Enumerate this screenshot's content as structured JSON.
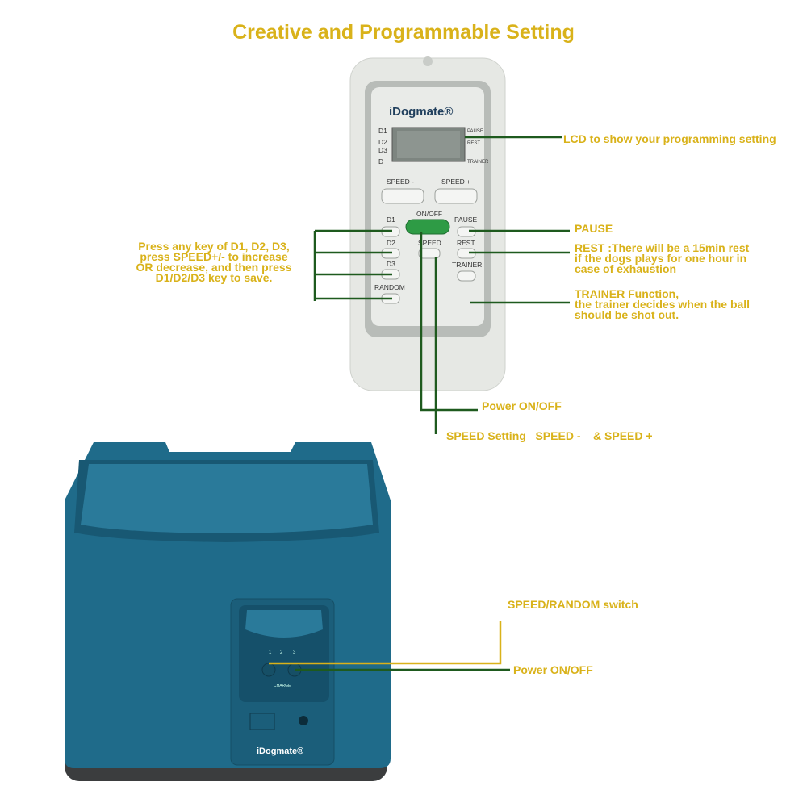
{
  "title": "Creative and Programmable Setting",
  "colors": {
    "annotation_text": "#d9b21a",
    "leader_line": "#1e5a1e",
    "device_body": "#1f6b8a",
    "remote_body": "#e6e8e4",
    "onoff_button": "#2e9b45"
  },
  "remote": {
    "brand": "iDogmate®",
    "lcd_left_labels": [
      "D1",
      "D2",
      "D3",
      "D"
    ],
    "lcd_right_labels": [
      "PAUSE",
      "REST",
      "TRAINER"
    ],
    "buttons": {
      "speed_minus": "SPEED -",
      "speed_plus": "SPEED +",
      "on_off": "ON/OFF",
      "d1": "D1",
      "pause": "PAUSE",
      "d2": "D2",
      "speed": "SPEED",
      "rest": "REST",
      "d3": "D3",
      "trainer": "TRAINER",
      "random": "RANDOM"
    }
  },
  "annotations": {
    "lcd": "LCD to show your programming setting",
    "pause": "PAUSE",
    "rest": [
      "REST :There will be a 15min rest",
      "if the dogs plays for one hour in",
      "case of exhaustion"
    ],
    "trainer": [
      "TRAINER Function,",
      "the trainer decides when the ball",
      " should be shot out."
    ],
    "program": [
      "Press any key of D1, D2, D3,",
      "press SPEED+/- to increase",
      "OR decrease, and then press",
      "D1/D2/D3 key to save."
    ],
    "power_remote": "Power ON/OFF",
    "speed_setting": "SPEED Setting   SPEED -    & SPEED +",
    "speed_random_switch": "SPEED/RANDOM switch",
    "power_device": "Power ON/OFF"
  },
  "device": {
    "brand": "iDogmate®",
    "indicator_labels": [
      "1",
      "2",
      "3"
    ],
    "charge_label": "CHARGE"
  }
}
